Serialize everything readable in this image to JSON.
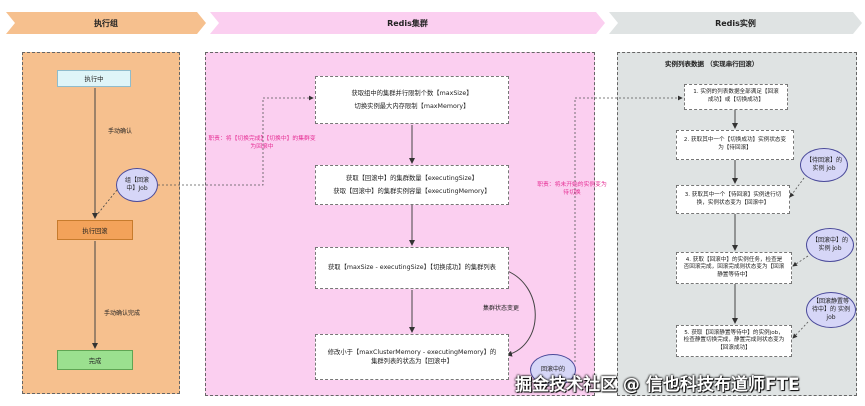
{
  "headers": {
    "left": "执行组",
    "middle": "Redis集群",
    "right": "Redis实例"
  },
  "left": {
    "state_running": "执行中",
    "label_manual_confirm": "手动确认",
    "job_ellipse": "组【回滚中】Job",
    "state_rolling": "执行回滚",
    "label_manual_complete": "手动确认完成",
    "state_done": "完成"
  },
  "middle": {
    "box1_line1": "获取组中的集群并行限制个数【maxSize】",
    "box1_line2": "切换实例最大内存限制【maxMemory】",
    "box2_line1": "获取【回滚中】的集群数量【executingSize】",
    "box2_line2": "获取【回滚中】的集群实例容量【executingMemory】",
    "box3": "获取【maxSize - executingSize】【切换成功】的集群列表",
    "box4": "修改小于【maxClusterMemory - executingMemory】的集群列表的状态为【回滚中】",
    "label_state_change": "集群状态变更",
    "ellipse_partial": "回滚中的",
    "note_left": "职责：将【切换完成】【切换中】的集群变为回滚中",
    "note_right": "职责：将未开始的实例变为待切换"
  },
  "right": {
    "panel_title": "实例列表数据 （实现串行回滚）",
    "step1": "1. 实例的列表数据全部满足【回滚成功】或【切换成功】",
    "step2": "2. 获取其中一个【切换成功】实例状态变为【待回滚】",
    "step3": "3. 获取其中一个【待回滚】实例进行切换，实例状态变为【回滚中】",
    "step4": "4. 获取【回滚中】的实例任务，检查是否回滚完成，回滚完成则状态变为【回滚静置等待中】",
    "step5": "5. 获取【回滚静置等待中】的实例job，检查静置切换完成，静置完成则状态变为【回滚成功】",
    "ell1": "【待回滚】的 实例 job",
    "ell2": "【回滚中】的 实例 job",
    "ell3": "【回滚静置等待中】的 实例 job"
  },
  "watermark": "掘金技术社区 @ 信也科技布道师FTE",
  "colors": {
    "left_bg": "#f6c08e",
    "middle_bg": "#fbcff0",
    "right_bg": "#dfe3e3",
    "header_left": "#f6c08e",
    "header_middle": "#fbcff0",
    "header_right": "#dfe3e3",
    "running": "#dff5f8",
    "rolling": "#f3a25a",
    "done": "#9be08f",
    "ellipse": "#d6d6f7",
    "note": "#e62e94"
  }
}
